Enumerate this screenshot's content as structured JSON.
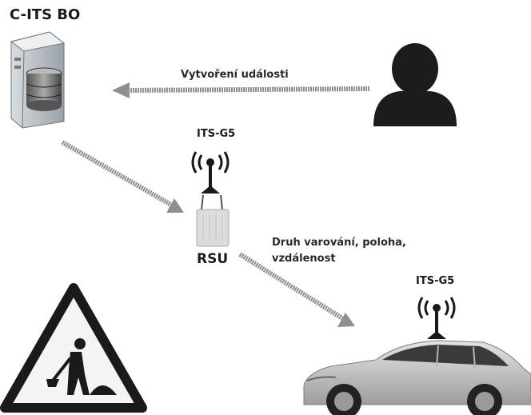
{
  "title": "C-ITS BO",
  "labels": {
    "event": "Vytvoření události",
    "its_g5_rsu": "ITS-G5",
    "rsu": "RSU",
    "warning_info": "Druh varování, poloha, vzdálenost",
    "its_g5_car": "ITS-G5"
  },
  "icons": {
    "server": "server-database-icon",
    "user": "user-silhouette-icon",
    "antenna": "antenna-signal-icon",
    "rsu": "roadside-unit-icon",
    "roadworks": "roadworks-warning-sign-icon",
    "car": "car-icon"
  },
  "colors": {
    "arrow": "#8f8f8f",
    "silhouette": "#1c1c1c",
    "sign_border": "#1a1a1a",
    "car_body": "#c9c9c9"
  }
}
